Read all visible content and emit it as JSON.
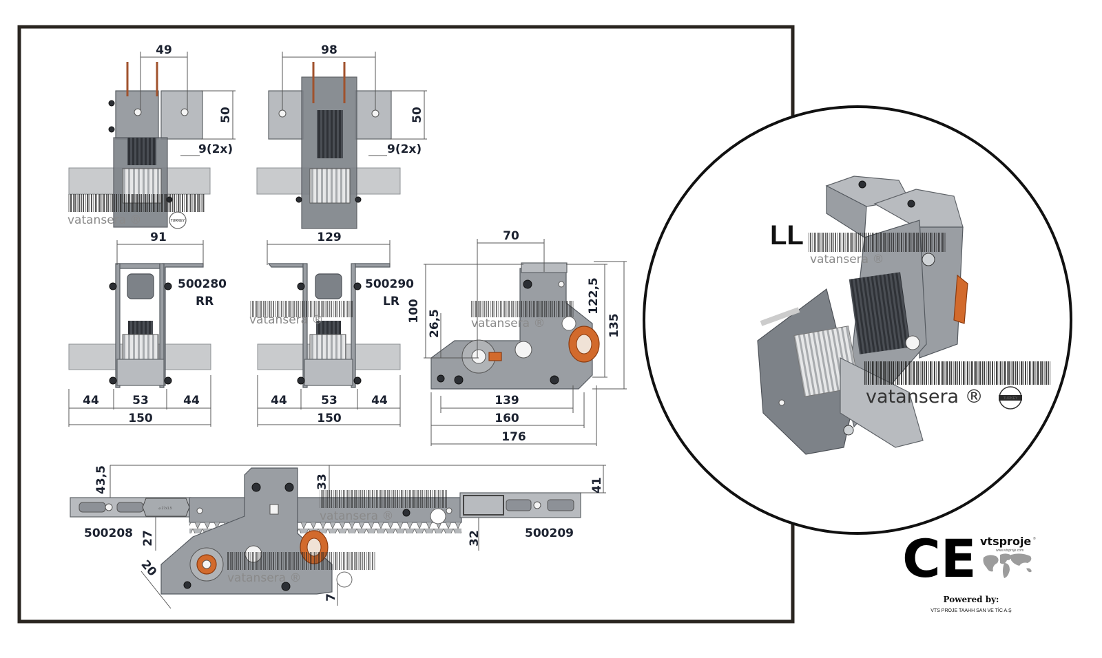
{
  "dimensions": {
    "top_left_width": "49",
    "top_left_height": "50",
    "top_left_holes": "9(2x)",
    "top_right_width": "98",
    "top_right_height": "50",
    "top_right_holes": "9(2x)",
    "mid_left_top": "91",
    "mid_center_top": "129",
    "mid_right_top": "70",
    "mid_right_h100": "100",
    "mid_right_h26": "26,5",
    "mid_right_h122": "122,5",
    "mid_right_h135": "135",
    "mid_right_w139": "139",
    "mid_right_w160": "160",
    "mid_right_w176": "176",
    "rr_left": "44",
    "rr_mid": "53",
    "rr_right": "44",
    "rr_total": "150",
    "lr_left": "44",
    "lr_mid": "53",
    "lr_right": "44",
    "lr_total": "150",
    "bottom_43": "43,5",
    "bottom_33": "33",
    "bottom_41": "41",
    "bottom_27": "27",
    "bottom_32": "32",
    "bottom_20": "20",
    "bottom_7": "7",
    "slot_label": "⌀ 27x1.5"
  },
  "parts": {
    "rr_code": "500280",
    "rr_label": "RR",
    "lr_code": "500290",
    "lr_label": "LR",
    "rack_left_code": "500208",
    "rack_right_code": "500209"
  },
  "watermark": {
    "text": "vatansera ®",
    "badge_text": "TURKEY"
  },
  "detail": {
    "label": "LL",
    "watermark_text": "vatansera ®",
    "badge_text": "TURKEY"
  },
  "certification": {
    "ce_mark": "CE",
    "brand": "vtsproje",
    "brand_mark": "®",
    "brand_url": "www.vtsproje.com",
    "powered_by": "Powered by:",
    "company": "VTS PROJE TAAHH SAN VE TİC A.Ş"
  },
  "colors": {
    "frame": "#2a2520",
    "steel": "#9a9ea3",
    "orange_part": "#d26a2c"
  }
}
